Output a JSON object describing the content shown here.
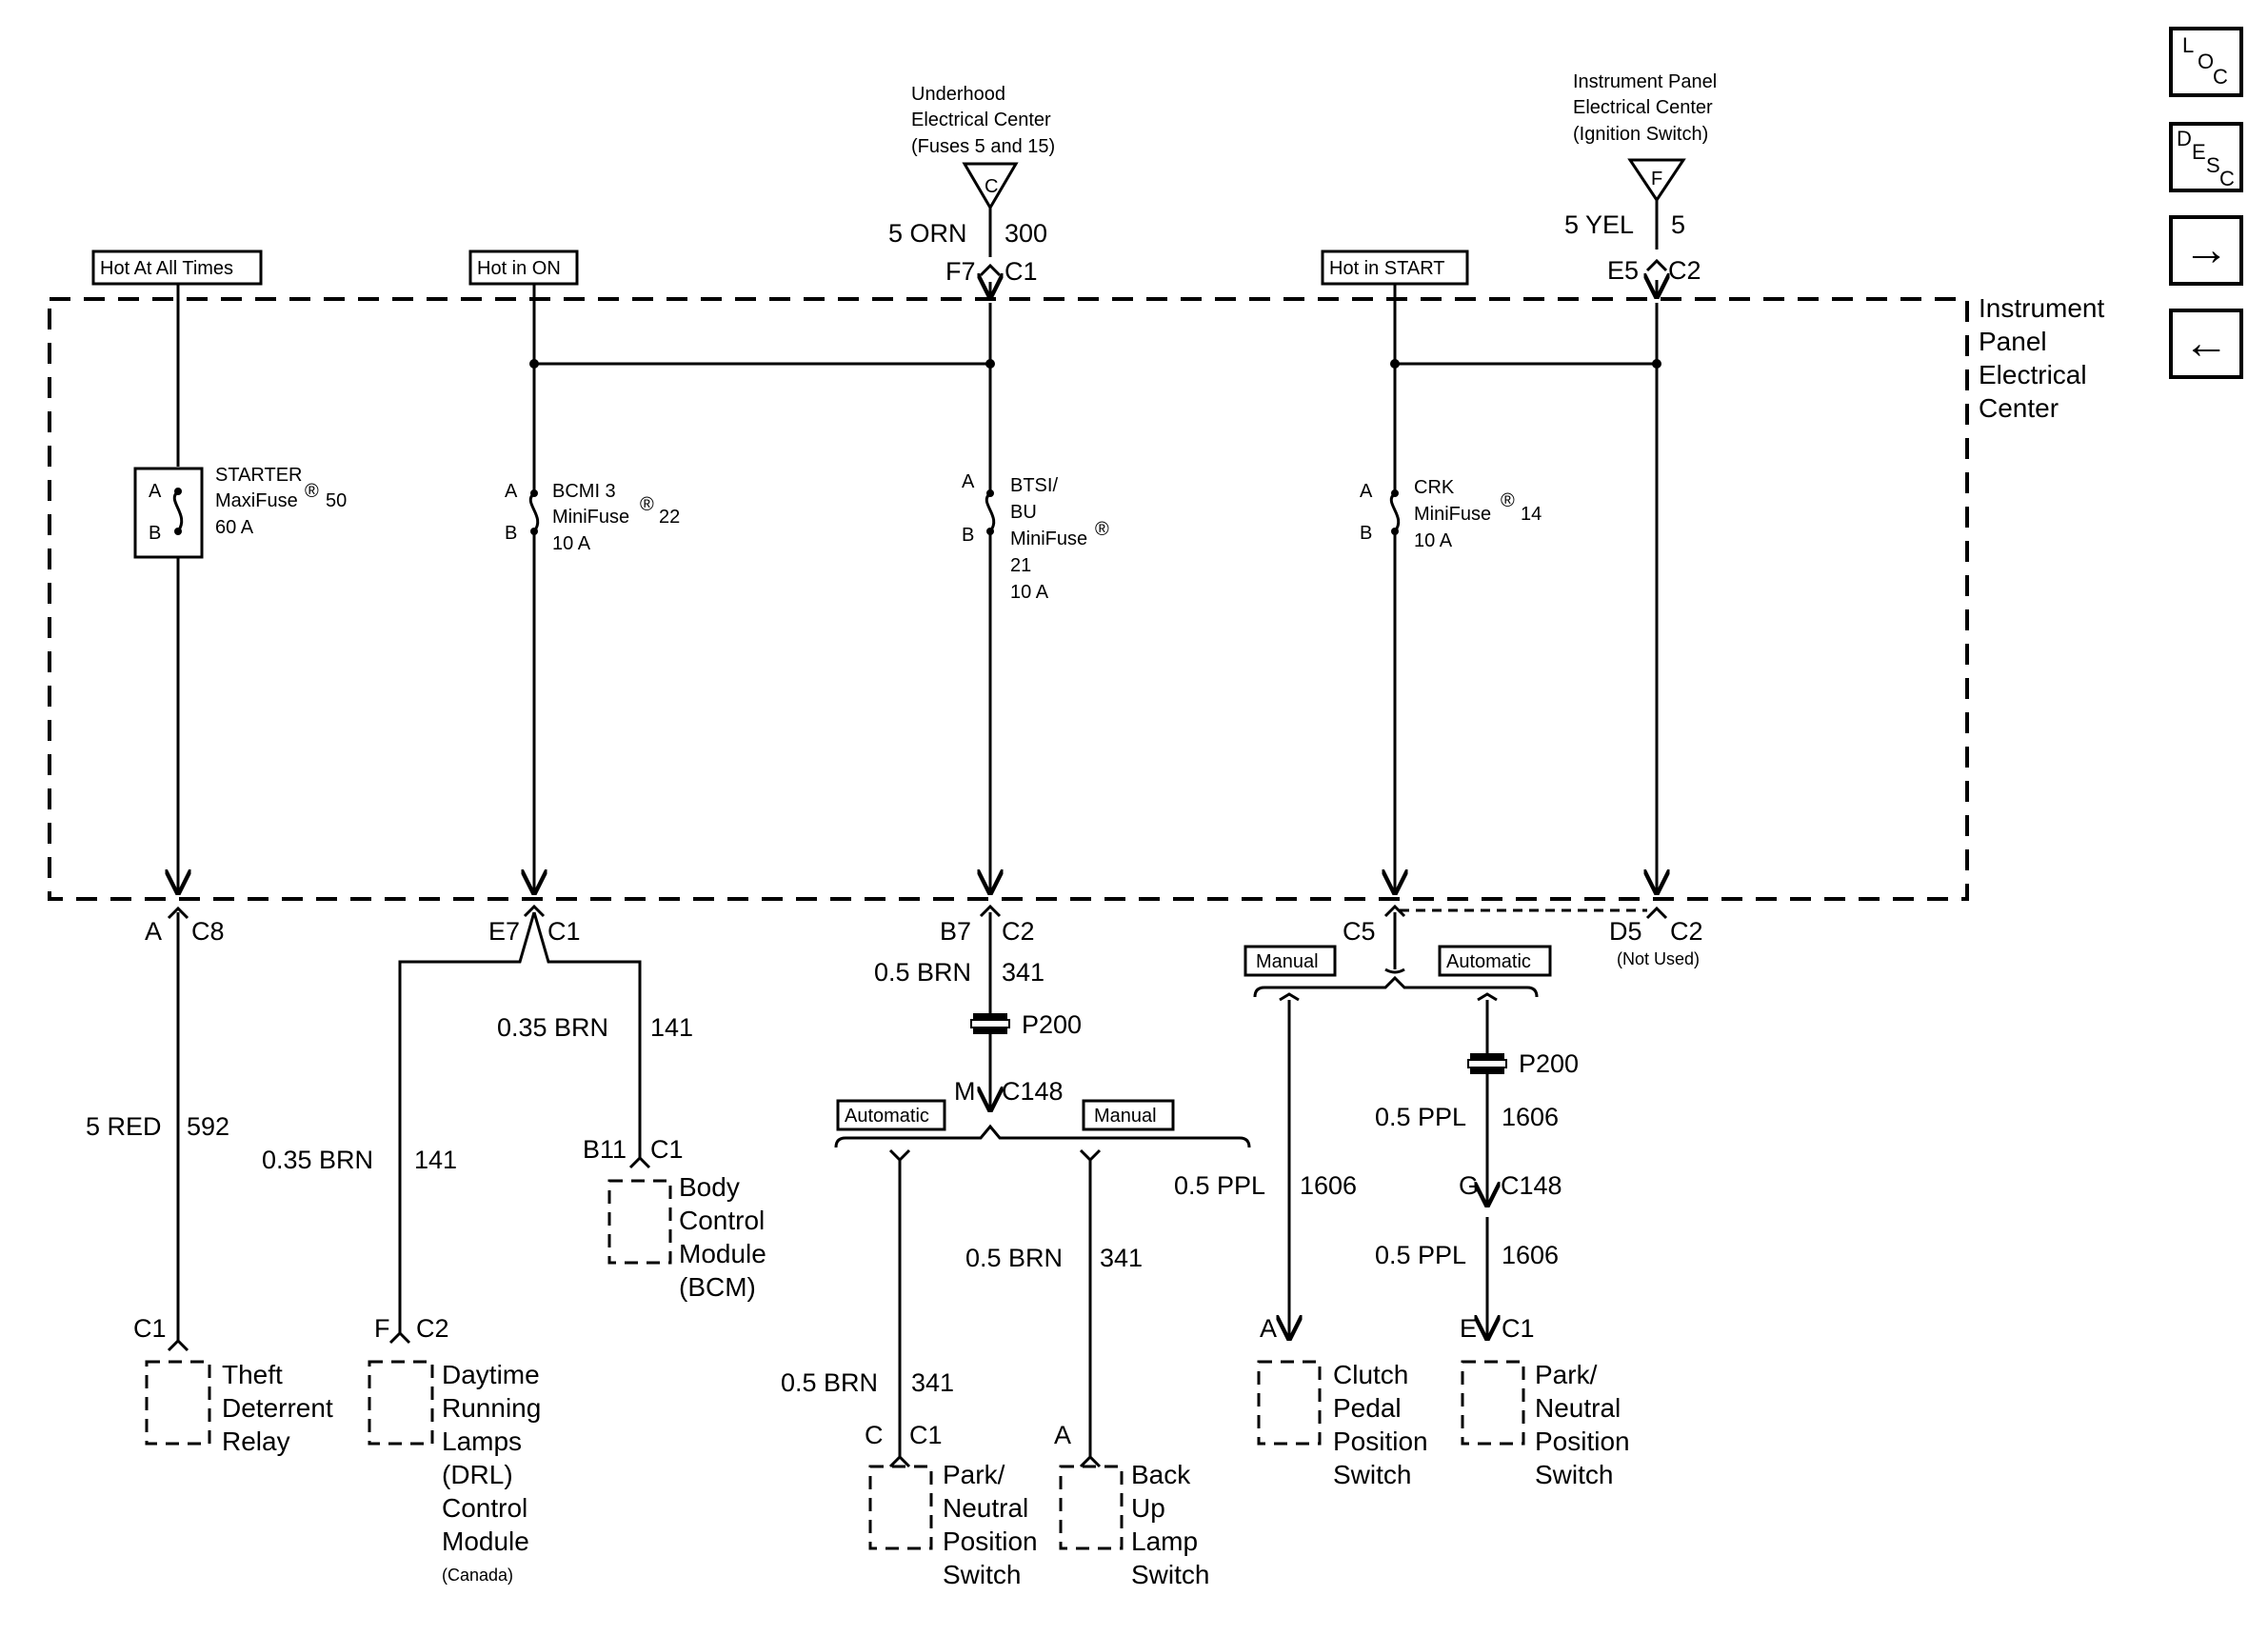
{
  "sources": {
    "uhec": {
      "lines": [
        "Underhood",
        "Electrical Center",
        "(Fuses 5 and 15)"
      ],
      "letter": "C",
      "wire_l": "5 ORN",
      "wire_r": "300",
      "conn_l": "F7",
      "conn_r": "C1"
    },
    "ipec": {
      "lines": [
        "Instrument Panel",
        "Electrical Center",
        "(Ignition Switch)"
      ],
      "letter": "F",
      "wire_l": "5 YEL",
      "wire_r": "5",
      "conn_l": "E5",
      "conn_r": "C2"
    }
  },
  "hot_labels": {
    "always": "Hot At All Times",
    "on": "Hot in ON",
    "start": "Hot in START"
  },
  "panel_name": [
    "Instrument",
    "Panel",
    "Electrical",
    "Center"
  ],
  "fuses": {
    "starter": {
      "pin_a": "A",
      "pin_b": "B",
      "lines": [
        "STARTER",
        "MaxiFuse",
        "60 A"
      ],
      "sup": "®",
      "num": "50"
    },
    "bcmi": {
      "pin_a": "A",
      "pin_b": "B",
      "lines": [
        "BCMI 3",
        "MiniFuse",
        "10 A"
      ],
      "sup": "®",
      "num": "22"
    },
    "btsi": {
      "pin_a": "A",
      "pin_b": "B",
      "lines": [
        "BTSI/",
        "BU",
        "MiniFuse",
        "21",
        "10 A"
      ],
      "sup": "®"
    },
    "crk": {
      "pin_a": "A",
      "pin_b": "B",
      "lines": [
        "CRK",
        "MiniFuse",
        "10 A"
      ],
      "sup": "®",
      "num": "14"
    }
  },
  "conn": {
    "a_c8": {
      "l": "A",
      "r": "C8"
    },
    "e7_c1": {
      "l": "E7",
      "r": "C1"
    },
    "b7_c2": {
      "l": "B7",
      "r": "C2"
    },
    "c5": {
      "r": "C5"
    },
    "d5_c2": {
      "l": "D5",
      "r": "C2",
      "note": "(Not Used)"
    },
    "m_c148": {
      "l": "M",
      "r": "C148"
    },
    "g_c148": {
      "l": "G",
      "r": "C148"
    },
    "b11_c1": {
      "l": "B11",
      "r": "C1"
    },
    "theft_c1": {
      "r": "C1"
    },
    "drl_f_c2": {
      "l": "F",
      "r": "C2"
    },
    "pnp_c_c1": {
      "l": "C",
      "r": "C1"
    },
    "bu_a": {
      "l": "A"
    },
    "clutch_a": {
      "l": "A"
    },
    "pnp2_e_c1": {
      "l": "E",
      "r": "C1"
    }
  },
  "wires": {
    "red592": {
      "l": "5 RED",
      "r": "592"
    },
    "brn141a": {
      "l": "0.35 BRN",
      "r": "141"
    },
    "brn141b": {
      "l": "0.35 BRN",
      "r": "141"
    },
    "brn341a": {
      "l": "0.5 BRN",
      "r": "341"
    },
    "brn341b": {
      "l": "0.5 BRN",
      "r": "341"
    },
    "brn341c": {
      "l": "0.5 BRN",
      "r": "341"
    },
    "ppl1606a": {
      "l": "0.5 PPL",
      "r": "1606"
    },
    "ppl1606b": {
      "l": "0.5 PPL",
      "r": "1606"
    },
    "ppl1606c": {
      "l": "0.5 PPL",
      "r": "1606"
    }
  },
  "splices": {
    "p200a": "P200",
    "p200b": "P200"
  },
  "options": {
    "automatic": "Automatic",
    "manual": "Manual"
  },
  "components": {
    "bcm": [
      "Body",
      "Control",
      "Module",
      "(BCM)"
    ],
    "theft": [
      "Theft",
      "Deterrent",
      "Relay"
    ],
    "drl": [
      "Daytime",
      "Running",
      "Lamps",
      "(DRL)",
      "Control",
      "Module"
    ],
    "drl_note": "(Canada)",
    "pnp": [
      "Park/",
      "Neutral",
      "Position",
      "Switch"
    ],
    "backup": [
      "Back",
      "Up",
      "Lamp",
      "Switch"
    ],
    "clutch": [
      "Clutch",
      "Pedal",
      "Position",
      "Switch"
    ],
    "pnp2": [
      "Park/",
      "Neutral",
      "Position",
      "Switch"
    ]
  },
  "nav": {
    "loc": {
      "a": "L",
      "b": "O",
      "c": "C"
    },
    "desc": {
      "a": "D",
      "b": "E",
      "c": "S",
      "d": "C"
    },
    "next": "→",
    "prev": "←"
  }
}
